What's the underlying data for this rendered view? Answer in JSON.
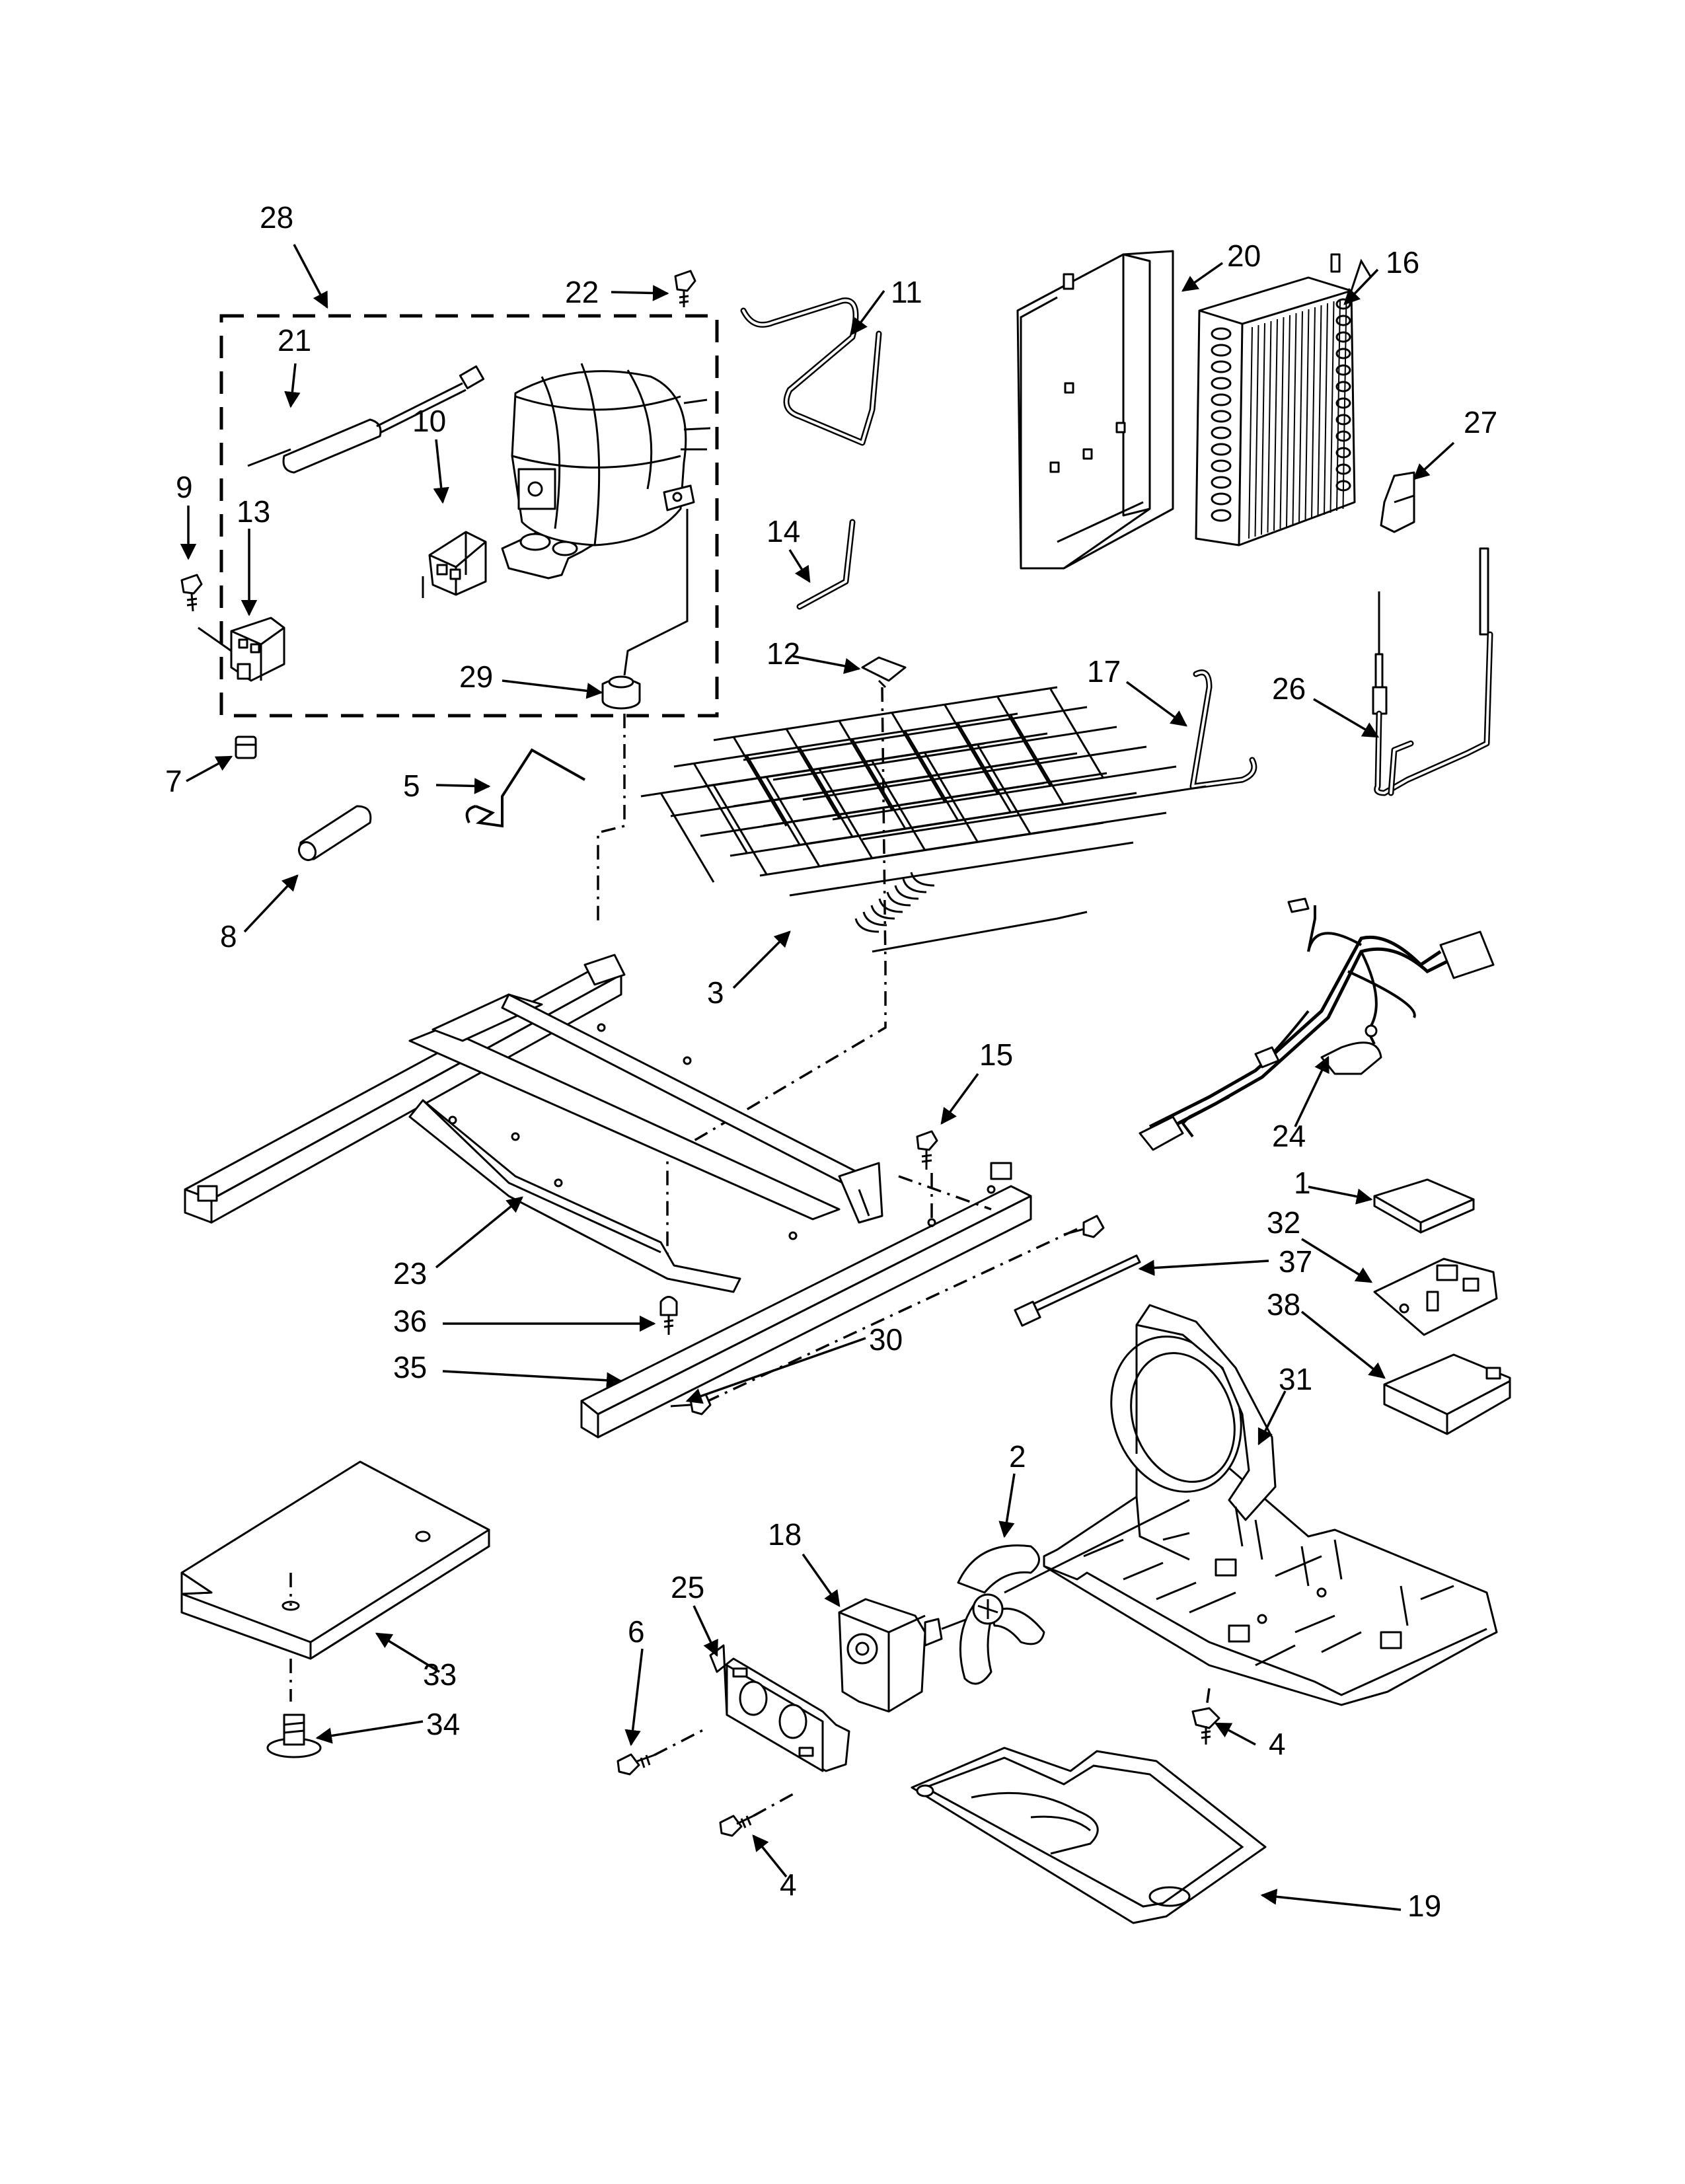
{
  "callouts": [
    "28",
    "22",
    "11",
    "20",
    "16",
    "21",
    "10",
    "9",
    "13",
    "27",
    "14",
    "12",
    "17",
    "26",
    "29",
    "7",
    "5",
    "8",
    "3",
    "15",
    "24",
    "1",
    "32",
    "37",
    "38",
    "23",
    "36",
    "30",
    "35",
    "31",
    "2",
    "18",
    "25",
    "6",
    "33",
    "34",
    "4",
    "4",
    "19"
  ],
  "legend": {}
}
